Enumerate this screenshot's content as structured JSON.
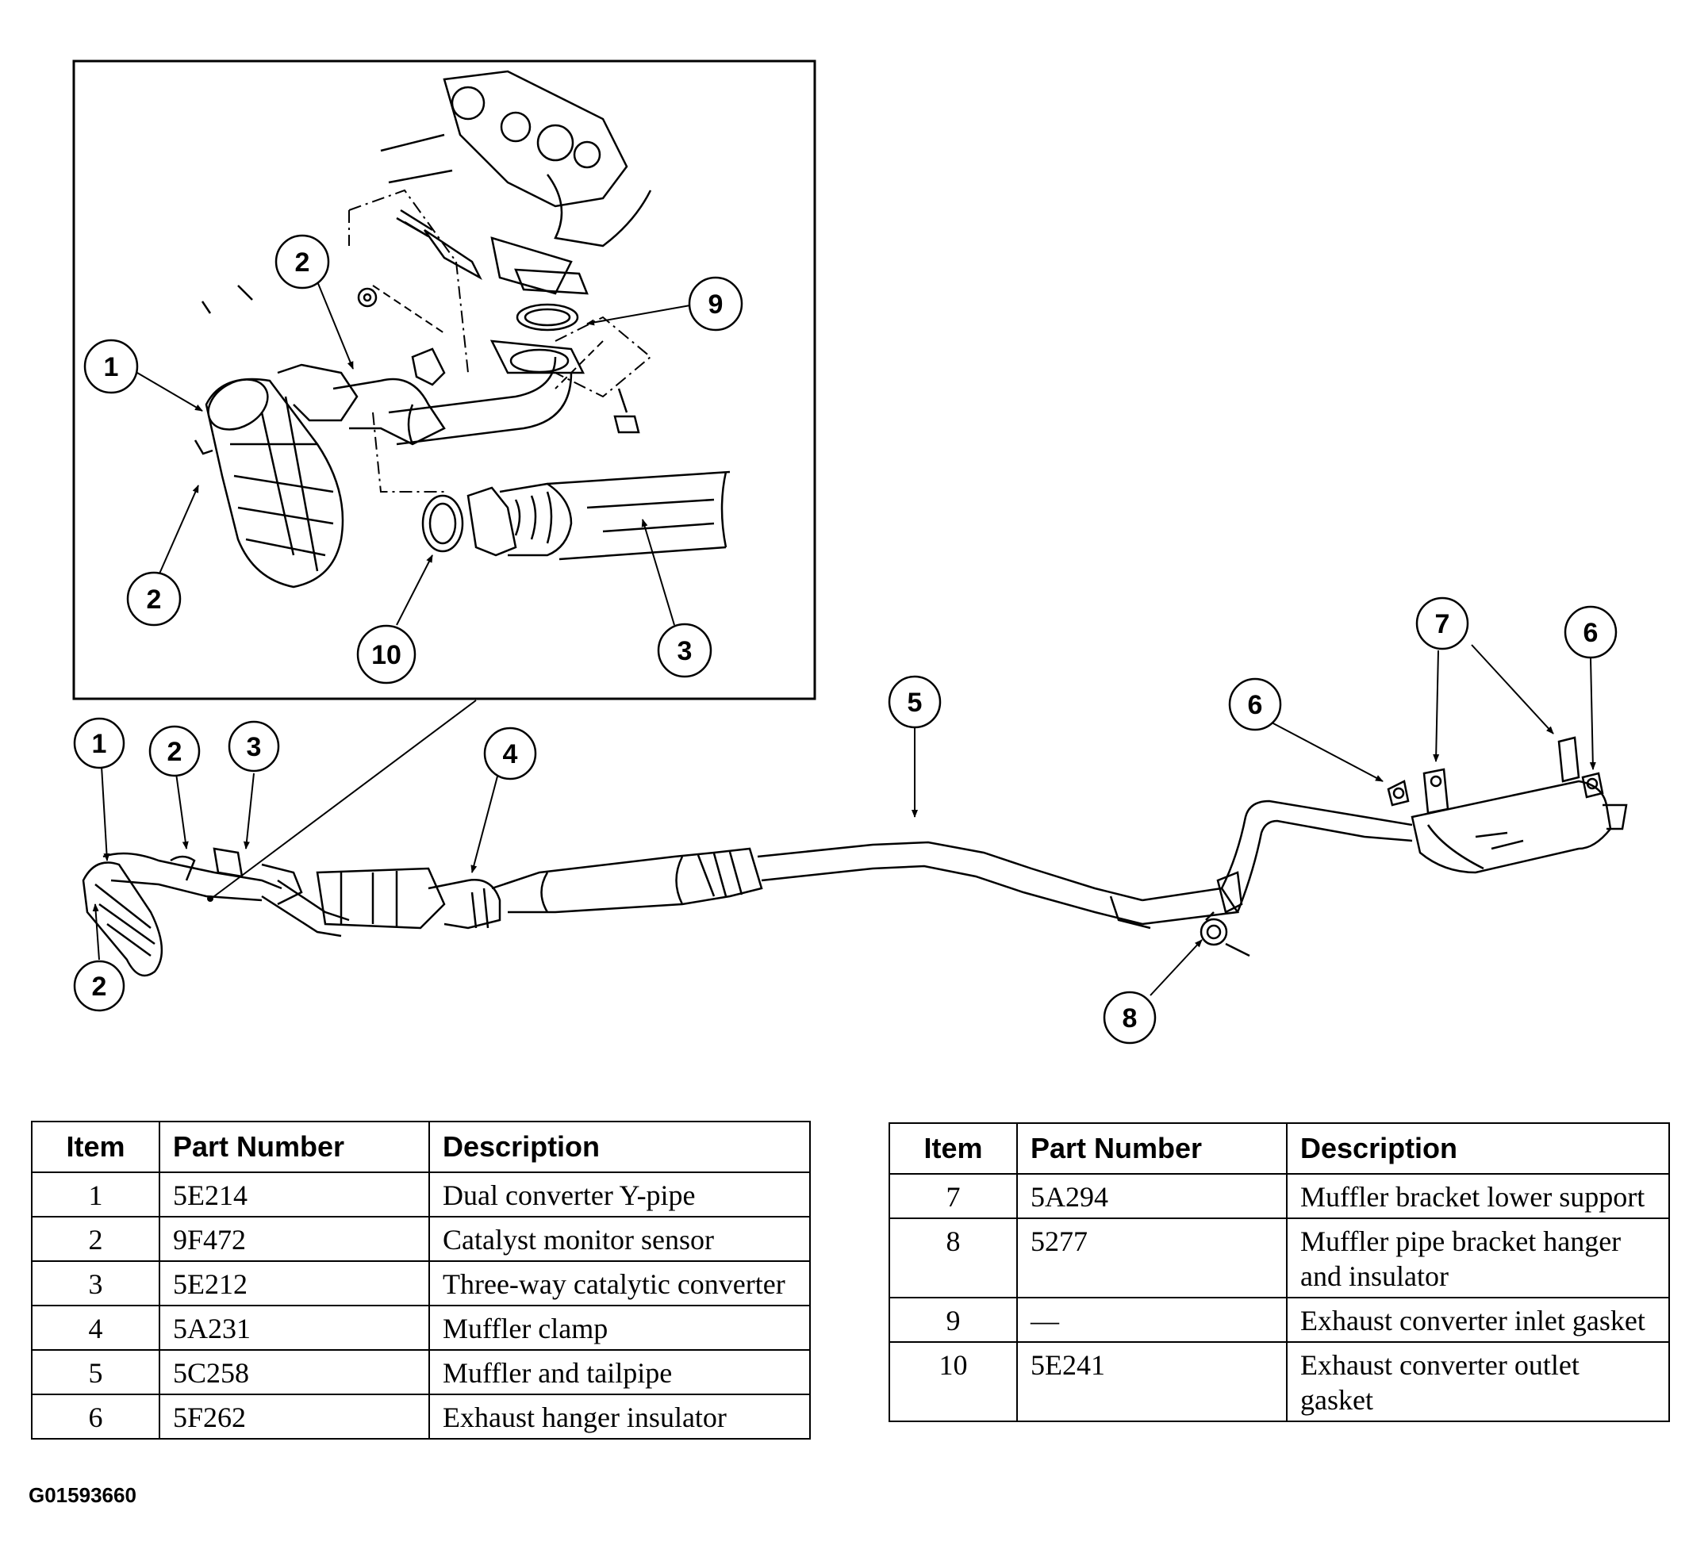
{
  "figure_code": "G01593660",
  "callout_labels": [
    "1",
    "2",
    "3",
    "4",
    "5",
    "6",
    "7",
    "8",
    "9",
    "10"
  ],
  "table_headers": {
    "item": "Item",
    "part_number": "Part Number",
    "description": "Description"
  },
  "parts_left": [
    {
      "item": "1",
      "part_number": "5E214",
      "description": "Dual converter Y-pipe"
    },
    {
      "item": "2",
      "part_number": "9F472",
      "description": "Catalyst monitor sensor"
    },
    {
      "item": "3",
      "part_number": "5E212",
      "description": "Three-way catalytic converter"
    },
    {
      "item": "4",
      "part_number": "5A231",
      "description": "Muffler clamp"
    },
    {
      "item": "5",
      "part_number": "5C258",
      "description": "Muffler and tailpipe"
    },
    {
      "item": "6",
      "part_number": "5F262",
      "description": "Exhaust hanger insulator"
    }
  ],
  "parts_right": [
    {
      "item": "7",
      "part_number": "5A294",
      "description": "Muffler bracket lower support"
    },
    {
      "item": "8",
      "part_number": "5277",
      "description": "Muffler pipe bracket hanger and insulator"
    },
    {
      "item": "9",
      "part_number": "—",
      "description": "Exhaust converter inlet gasket"
    },
    {
      "item": "10",
      "part_number": "5E241",
      "description": "Exhaust converter outlet gasket"
    }
  ]
}
